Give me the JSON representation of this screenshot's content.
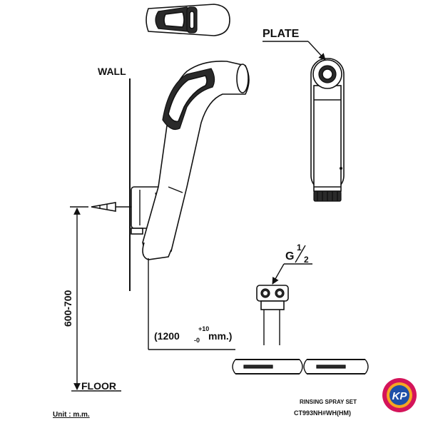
{
  "labels": {
    "plate": "PLATE",
    "wall": "WALL",
    "floor": "FLOOR",
    "height": "600-700",
    "thread_g": "G",
    "thread_num": "1",
    "thread_den": "2",
    "hose_open": "(1200",
    "hose_tol_plus": "+10",
    "hose_tol_minus": "-0",
    "hose_unit": "mm.)",
    "unit": "Unit : m.m.",
    "title": "RINSING SPRAY SET",
    "model": "CT993NH#WH(HM)"
  },
  "logo": {
    "text": "KP",
    "outer_color": "#d4145a",
    "ring_color": "#f5a623",
    "inner_color": "#1f4fa8"
  }
}
